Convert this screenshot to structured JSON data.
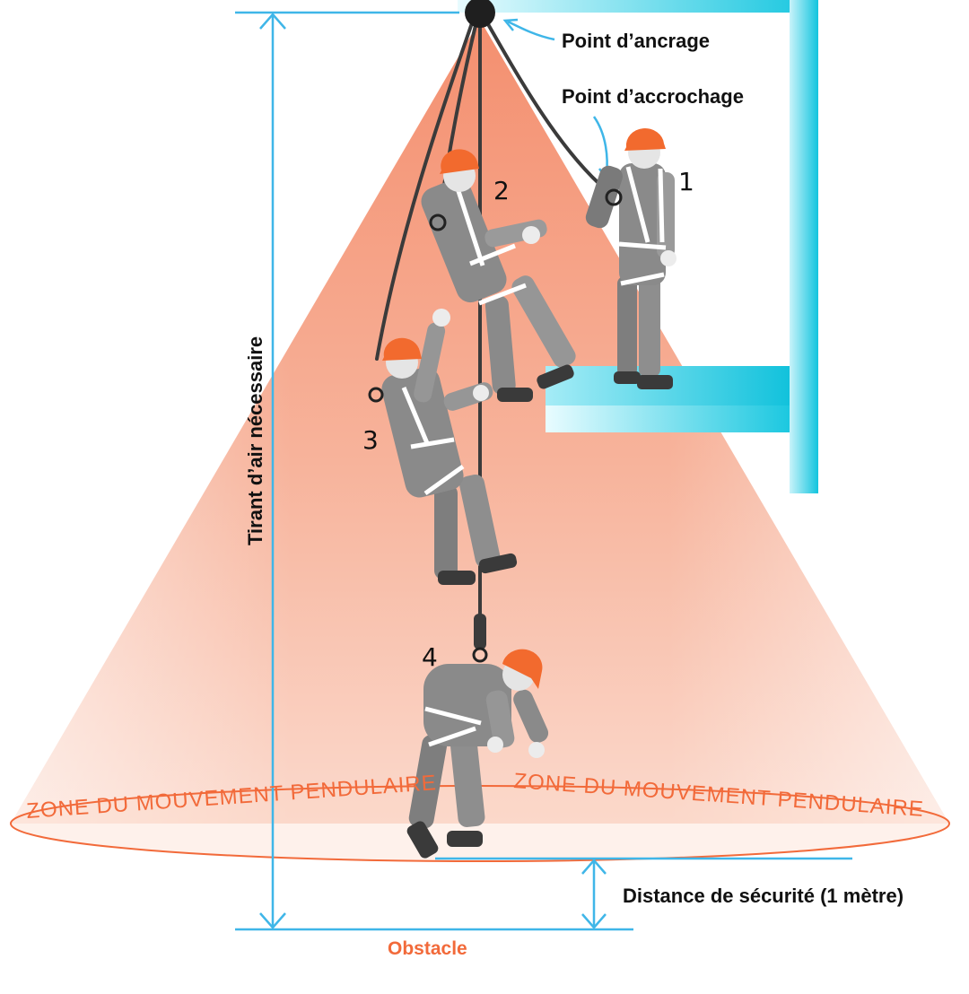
{
  "labels": {
    "anchor_point": "Point d’ancrage",
    "attachment_point": "Point d’accrochage",
    "required_clearance": "Tirant d’air nécessaire",
    "safety_distance": "Distance de sécurité (1 mètre)",
    "obstacle": "Obstacle",
    "zone_left": "ZONE DU MOUVEMENT PENDULAIRE",
    "zone_right": "ZONE DU MOUVEMENT PENDULAIRE"
  },
  "positions": {
    "p1": "1",
    "p2": "2",
    "p3": "3",
    "p4": "4"
  },
  "colors": {
    "accent_blue": "#3fb6e8",
    "platform_cyan": "#19c8e0",
    "zone_orange": "#f26a3a",
    "cone_salmon": "#f6a68c",
    "helmet_orange": "#f26a2e",
    "suit_gray": "#8a8a8a",
    "rope_dark": "#3b3b3b"
  },
  "icons": {
    "anchor": "anchor-point-icon",
    "worker": "worker-silhouette-icon"
  }
}
